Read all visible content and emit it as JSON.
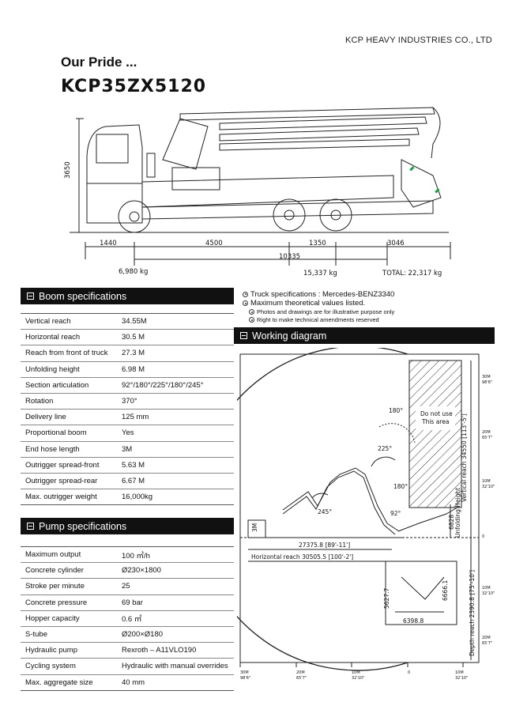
{
  "company": "KCP HEAVY INDUSTRIES CO., LTD",
  "heading": "Our Pride ...",
  "model": "KCP35ZX5120",
  "truck_drawing": {
    "height_label": "3650",
    "dims": [
      "1440",
      "4500",
      "1350",
      "3046"
    ],
    "total_length": "10335",
    "weights": [
      "6,980 kg",
      "15,337 kg",
      "TOTAL: 22,317 kg"
    ]
  },
  "boom": {
    "title": "Boom specifications",
    "rows": [
      {
        "k": "Vertical reach",
        "v": "34.55M"
      },
      {
        "k": "Horizontal reach",
        "v": "30.5 M"
      },
      {
        "k": "Reach from front of truck",
        "v": "27.3 M"
      },
      {
        "k": "Unfolding height",
        "v": "6.98 M"
      },
      {
        "k": "Section articulation",
        "v": "92°/180°/225°/180°/245°"
      },
      {
        "k": "Rotation",
        "v": "370°"
      },
      {
        "k": "Delivery line",
        "v": "125 mm"
      },
      {
        "k": "Proportional boom",
        "v": "Yes"
      },
      {
        "k": "End hose length",
        "v": "3M"
      },
      {
        "k": "Outrigger spread-front",
        "v": "5.63 M"
      },
      {
        "k": "Outrigger spread-rear",
        "v": "6.67 M"
      },
      {
        "k": "Max. outrigger weight",
        "v": "16,000kg"
      }
    ]
  },
  "pump": {
    "title": "Pump specifications",
    "rows": [
      {
        "k": "Maximum output",
        "v": "100 ㎥/h"
      },
      {
        "k": "Concrete cylinder",
        "v": "Ø230×1800"
      },
      {
        "k": "Stroke per minute",
        "v": "25"
      },
      {
        "k": "Concrete pressure",
        "v": "69 bar"
      },
      {
        "k": "Hopper capacity",
        "v": "0.6 ㎥"
      },
      {
        "k": "S-tube",
        "v": "Ø200×Ø180"
      },
      {
        "k": "Hydraulic pump",
        "v": "Rexroth – A11VLO190"
      },
      {
        "k": "Cycling system",
        "v": "Hydraulic with manual overrides"
      },
      {
        "k": "Max. aggregate size",
        "v": "40 mm"
      }
    ]
  },
  "notes": {
    "truck": "Truck specifications : Mercedes-BENZ3340",
    "max": "Maximum theoretical values listed.",
    "photos": "Photos and drawings are for illustrative purpose only",
    "rights": "Right to make technical amendments reserved"
  },
  "working": {
    "title": "Working diagram",
    "not_use_1": "Do not use",
    "not_use_2": "This area",
    "angles": [
      "180°",
      "225°",
      "180°",
      "245°",
      "92°"
    ],
    "reach_front": "27375.8 [89'-11']",
    "horizontal": "Horizontal reach 30505.5 [100'-2']",
    "vertical": "Vertical reach 34550 [113'-5']",
    "unfolding": "Unfolding Height",
    "unfolding_value": "6828",
    "depth": "Depth reach 2390.8 [75'-10']",
    "hose": "3M",
    "d1": "5627.7",
    "d2": "6398.8",
    "d3": "6666.1",
    "right_ticks": [
      {
        "m": "30M",
        "ft": "98'6\""
      },
      {
        "m": "20M",
        "ft": "65'7\""
      },
      {
        "m": "10M",
        "ft": "32'10\""
      },
      {
        "m": "0",
        "ft": ""
      },
      {
        "m": "10M",
        "ft": "32'10\""
      },
      {
        "m": "20M",
        "ft": "65'7\""
      }
    ],
    "bottom_ticks": [
      {
        "m": "30M",
        "ft": "98'6\""
      },
      {
        "m": "20M",
        "ft": "65'7\""
      },
      {
        "m": "10M",
        "ft": "32'10\""
      },
      {
        "m": "0",
        "ft": ""
      },
      {
        "m": "10M",
        "ft": "32'10\""
      }
    ]
  }
}
